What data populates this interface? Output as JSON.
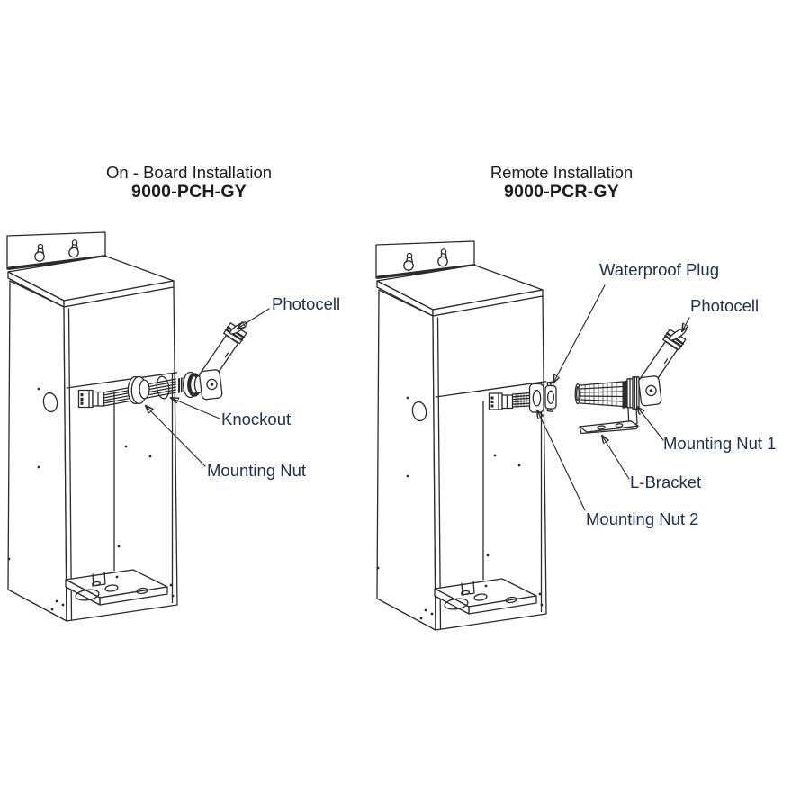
{
  "page": {
    "background_color": "#ffffff",
    "line_color": "#2b2b2b",
    "label_text_color": "#22304f",
    "title_text_color": "#1c1c1e"
  },
  "diagrams": [
    {
      "id": "on-board",
      "title": "On - Board Installation",
      "model": "9000-PCH-GY",
      "labels": [
        {
          "text": "Photocell"
        },
        {
          "text": "Knockout"
        },
        {
          "text": "Mounting Nut"
        }
      ]
    },
    {
      "id": "remote",
      "title": "Remote Installation",
      "model": "9000-PCR-GY",
      "labels": [
        {
          "text": "Waterproof Plug"
        },
        {
          "text": "Photocell"
        },
        {
          "text": "Mounting Nut 1"
        },
        {
          "text": "L-Bracket"
        },
        {
          "text": "Mounting Nut 2"
        }
      ]
    }
  ]
}
